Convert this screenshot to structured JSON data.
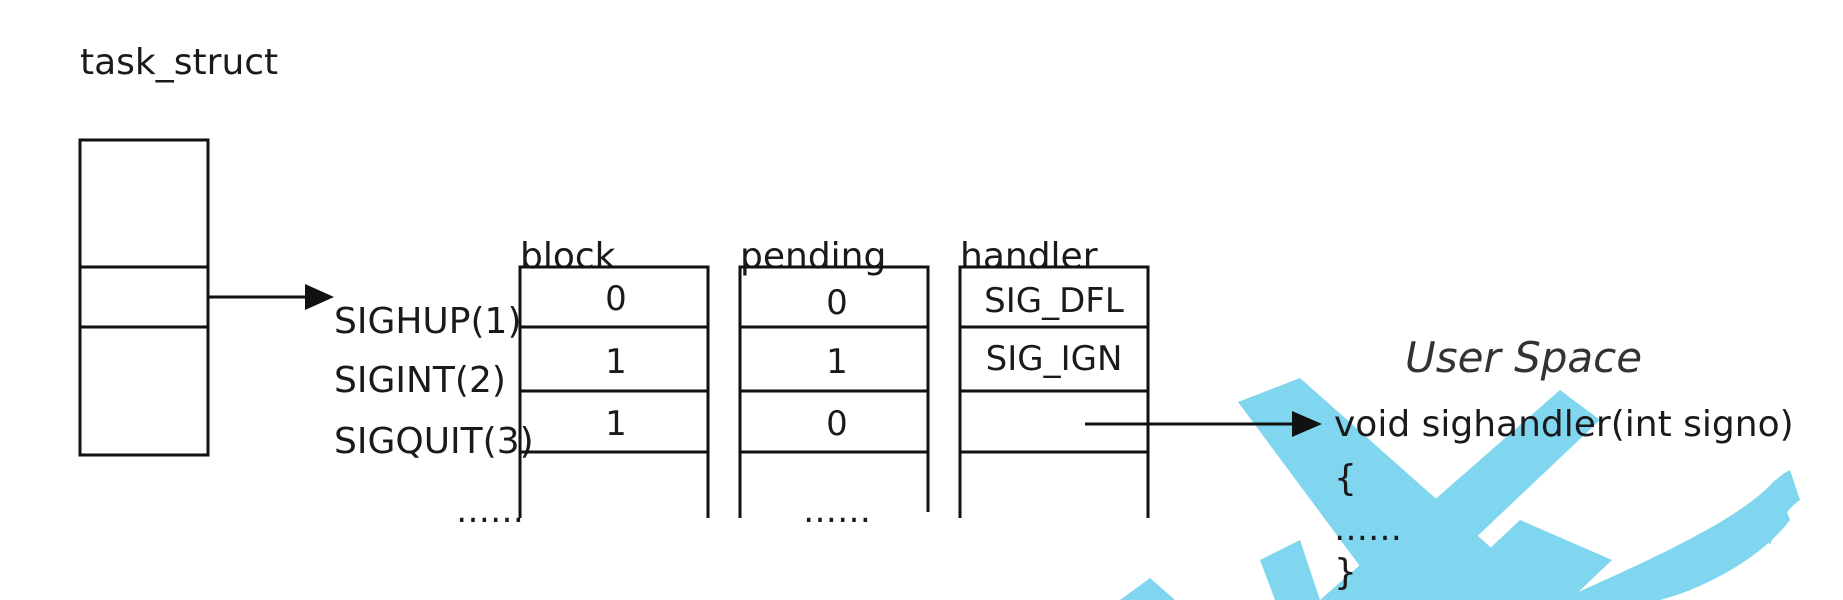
{
  "task_struct": {
    "title": "task_struct"
  },
  "signals": [
    "SIGHUP(1)",
    "SIGINT(2)",
    "SIGQUIT(3)"
  ],
  "signals_more": "……",
  "tables": {
    "block": {
      "header": "block",
      "values": [
        "0",
        "1",
        "1"
      ],
      "more": ""
    },
    "pending": {
      "header": "pending",
      "values": [
        "0",
        "1",
        "0"
      ],
      "more": "……"
    },
    "handler": {
      "header": "handler",
      "values": [
        "SIG_DFL",
        "SIG_IGN",
        ""
      ],
      "more": ""
    }
  },
  "user_space": {
    "title": "User Space",
    "code": [
      "void sighandler(int signo)",
      "{",
      "……",
      "}"
    ]
  },
  "colors": {
    "line": "#111111",
    "watermark": "#7fd6ee",
    "arrow_head": "#111111"
  }
}
